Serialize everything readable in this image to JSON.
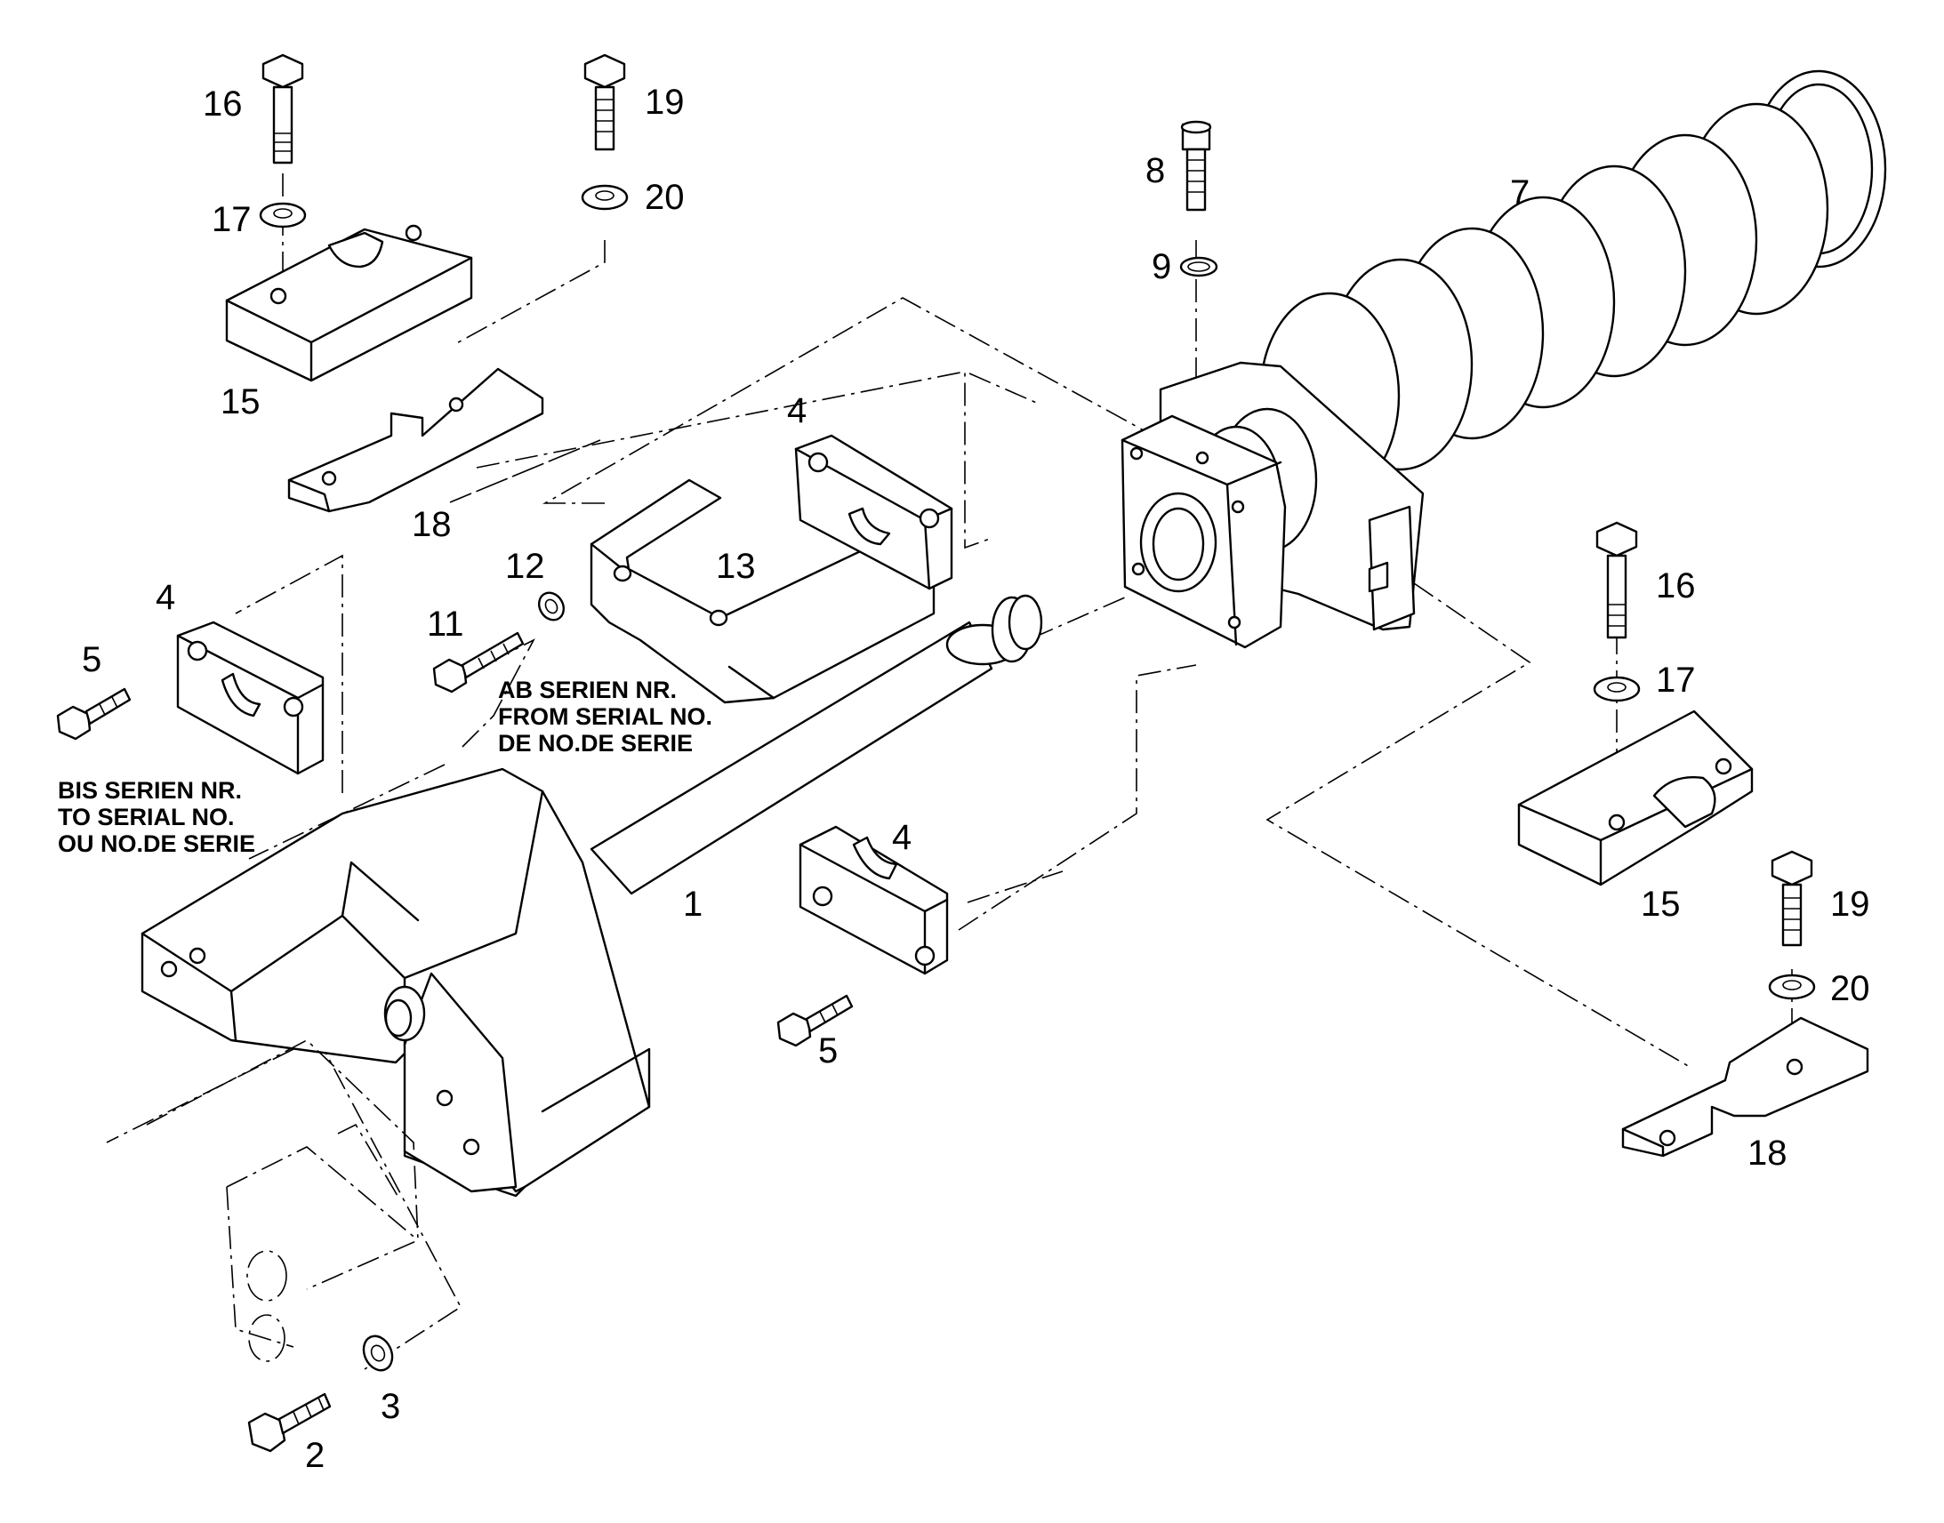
{
  "callouts": {
    "c1": "1",
    "c2": "2",
    "c3": "3",
    "c4a": "4",
    "c4b": "4",
    "c4c": "4",
    "c5a": "5",
    "c5b": "5",
    "c7": "7",
    "c8": "8",
    "c9": "9",
    "c11": "11",
    "c12": "12",
    "c13": "13",
    "c15a": "15",
    "c15b": "15",
    "c16a": "16",
    "c16b": "16",
    "c17a": "17",
    "c17b": "17",
    "c18a": "18",
    "c18b": "18",
    "c19a": "19",
    "c19b": "19",
    "c20a": "20",
    "c20b": "20"
  },
  "notes": {
    "from_serial": [
      "AB SERIEN NR.",
      "FROM SERIAL NO.",
      "DE NO.DE SERIE"
    ],
    "to_serial": [
      "BIS SERIEN NR.",
      "TO SERIAL NO.",
      "OU NO.DE SERIE"
    ]
  }
}
